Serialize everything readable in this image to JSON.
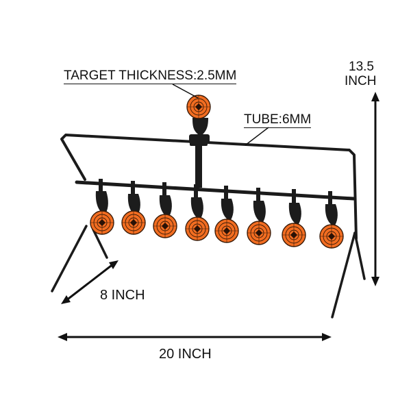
{
  "labels": {
    "target_thickness": "TARGET THICKNESS:2.5MM",
    "tube": "TUBE:6MM",
    "height_value": "13.5",
    "height_unit": "INCH",
    "depth": "8 INCH",
    "width": "20 INCH"
  },
  "colors": {
    "target_orange": "#f26d21",
    "metal": "#1a1a1a",
    "background": "#ffffff"
  },
  "icons": {
    "target_mark": "diamond"
  },
  "targets": {
    "top_count": 1,
    "row_count": 8
  }
}
